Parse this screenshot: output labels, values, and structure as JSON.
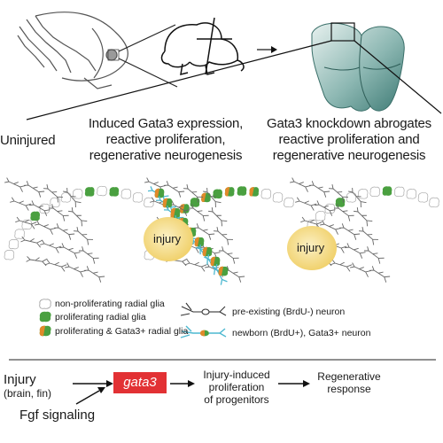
{
  "headings": {
    "uninjured": "Uninjured",
    "induced_line1": "Induced Gata3 expression,",
    "induced_line2": "reactive proliferation,",
    "induced_line3": "regenerative neurogenesis",
    "knockdown_line1": "Gata3 knockdown abrogates",
    "knockdown_line2": "reactive proliferation and",
    "knockdown_line3": "regenerative neurogenesis"
  },
  "panels": {
    "injury_label_1": "injury",
    "injury_label_2": "injury"
  },
  "legend": {
    "non_proliferating": "non-proliferating radial glia",
    "proliferating": "proliferating radial glia",
    "proliferating_gata3": "proliferating & Gata3+ radial glia",
    "preexisting_neuron": "pre-existing (BrdU-) neuron",
    "newborn_neuron": "newborn (BrdU+), Gata3+ neuron"
  },
  "flow": {
    "injury_line1": "Injury",
    "injury_line2": "(brain, fin)",
    "fgf": "Fgf signaling",
    "gata3": "gata3",
    "prolif_line1": "Injury-induced",
    "prolif_line2": "proliferation",
    "prolif_line3": "of progenitors",
    "regen_line1": "Regenerative",
    "regen_line2": "response"
  },
  "colors": {
    "green": "#4aa040",
    "orange": "#e08a2a",
    "cyan": "#4db8d0",
    "injury": "#f3d77a",
    "gata3_box": "#e23134",
    "brain": "#4f8d88"
  }
}
